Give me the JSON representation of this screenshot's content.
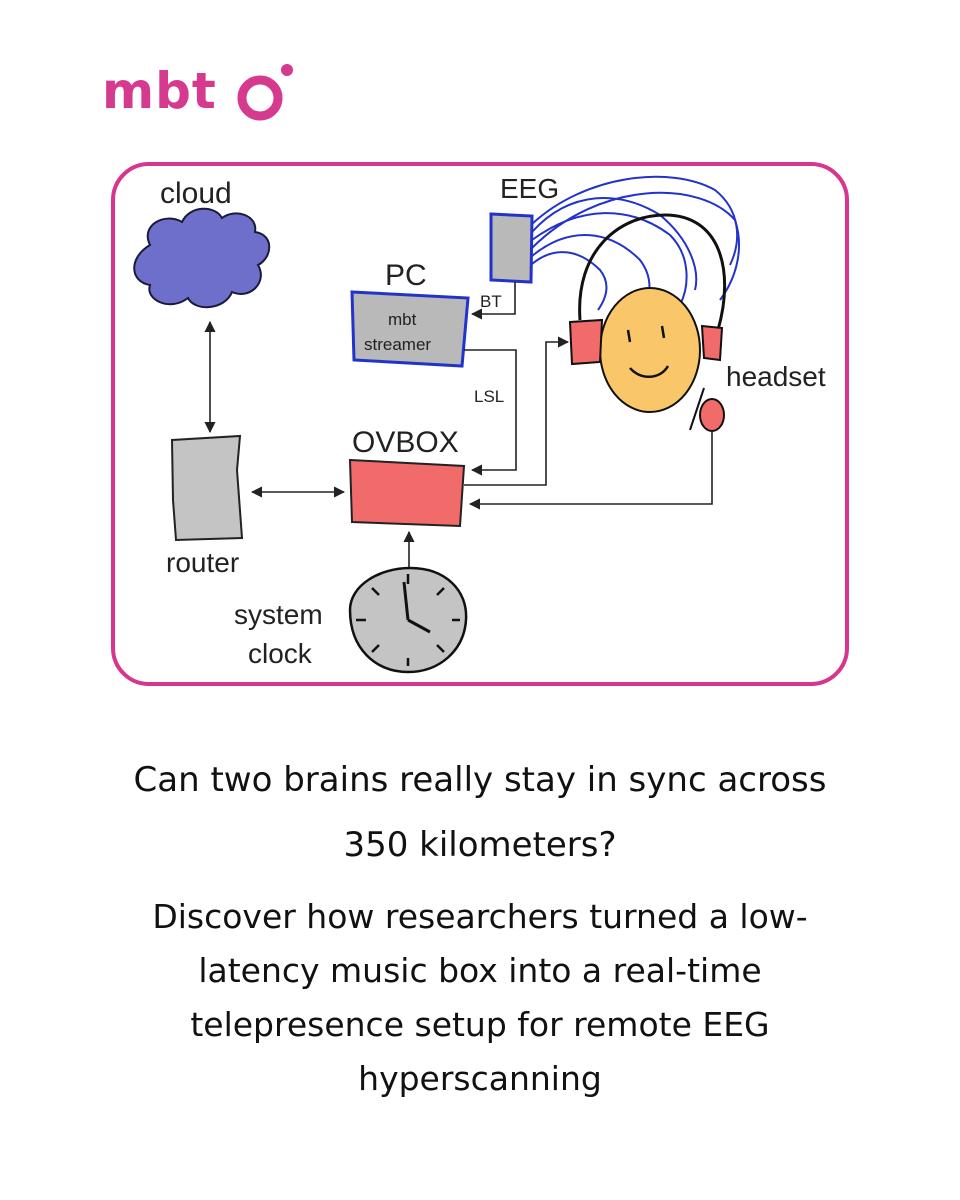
{
  "brand": {
    "logo_text": "mbt"
  },
  "diagram": {
    "labels": {
      "cloud": "cloud",
      "eeg": "EEG",
      "pc": "PC",
      "pc_line1": "mbt",
      "pc_line2": "streamer",
      "bt": "BT",
      "lsl": "LSL",
      "ovbox": "OVBOX",
      "headset": "headset",
      "router": "router",
      "clock_line1": "system",
      "clock_line2": "clock"
    },
    "colors": {
      "frame": "#d6368d",
      "cloud": "#6e6fcb",
      "eeg_wires": "#2233cc",
      "ovbox": "#f26b6b",
      "head": "#f9c66a",
      "router": "#c4c4c4"
    }
  },
  "headline": {
    "line1": "Can two brains really stay in sync across",
    "line2": "350 kilometers?"
  },
  "subtext": {
    "line1": "Discover how researchers turned a low-",
    "line2": "latency music box into a real-time",
    "line3": "telepresence setup for remote EEG",
    "line4": "hyperscanning"
  }
}
